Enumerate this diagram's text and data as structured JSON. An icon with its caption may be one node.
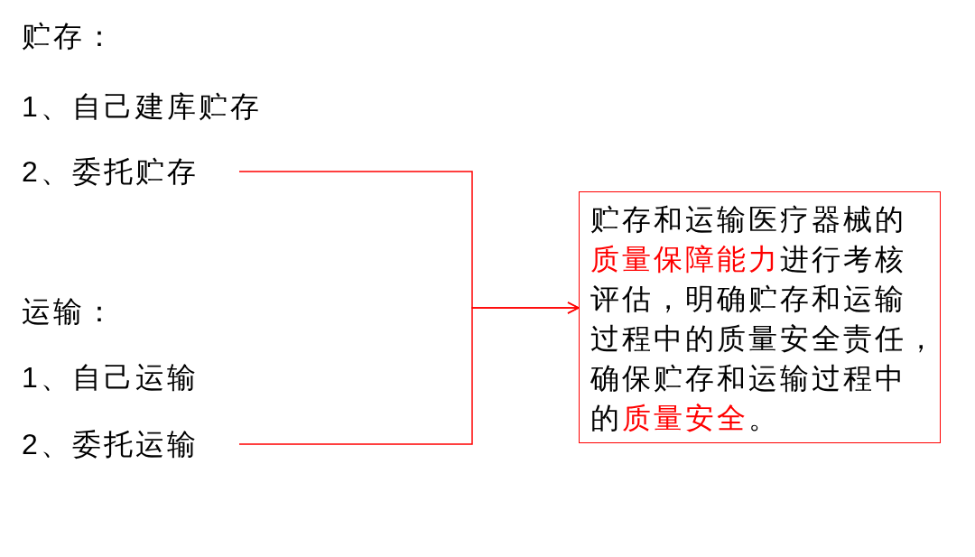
{
  "diagram": {
    "nodes": [
      {
        "text": [
          "2、委托贮存"
        ]
      },
      {
        "text": [
          "2、委托运输"
        ]
      },
      {
        "text": [
          "贮存和运输医疗器械的质量保障能力进行考核评估，明确贮存和运输过程中的质量安全责任，确保贮存和运输过程中的质量安全。"
        ]
      }
    ],
    "edges": [
      {
        "from": 0,
        "to": 2,
        "arrow": "to"
      },
      {
        "from": 1,
        "to": 2,
        "arrow": "to"
      }
    ],
    "labels": [
      "贮存：",
      "1、自己建库贮存",
      "运输：",
      "1、自己运输"
    ]
  }
}
